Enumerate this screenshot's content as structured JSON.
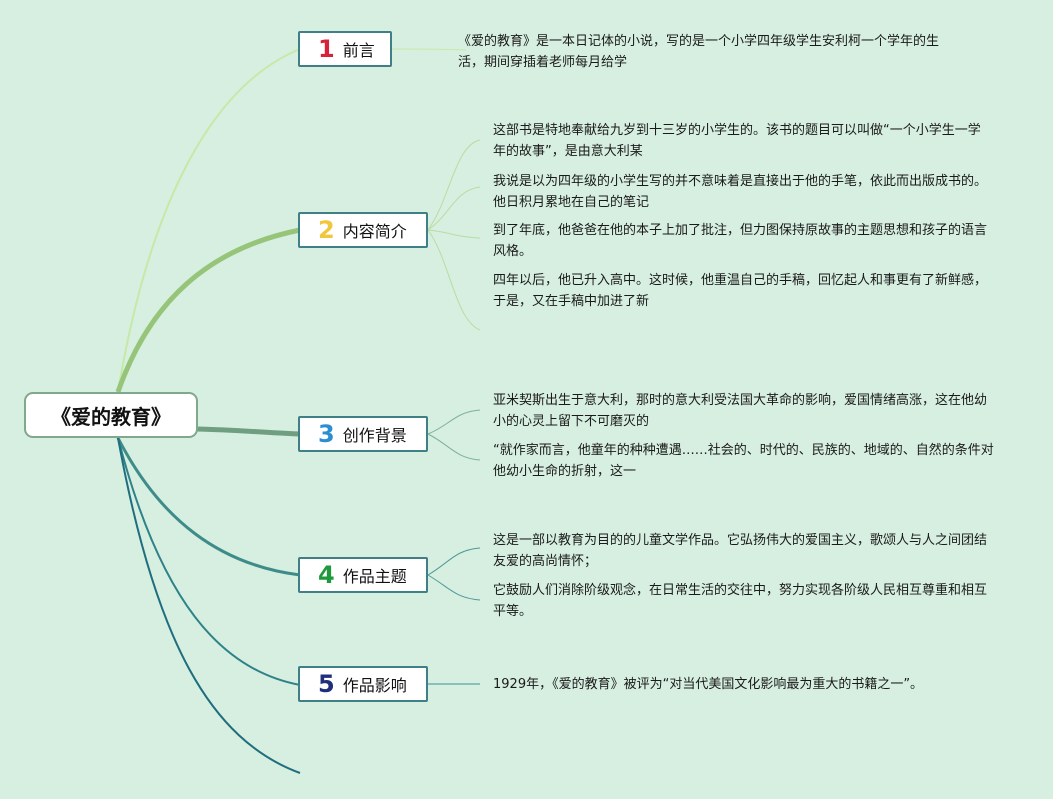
{
  "root": {
    "title": "《爱的教育》"
  },
  "branches": [
    {
      "number": "1",
      "label": "前言",
      "number_color": "#d8223a",
      "items": [
        "《爱的教育》是一本日记体的小说，写的是一个小学四年级学生安利柯一个学年的生活，期间穿插着老师每月给学"
      ]
    },
    {
      "number": "2",
      "label": "内容简介",
      "number_color": "#f2c63c",
      "items": [
        "这部书是特地奉献给九岁到十三岁的小学生的。该书的题目可以叫做“一个小学生一学年的故事”，是由意大利某",
        "我说是以为四年级的小学生写的并不意味着是直接出于他的手笔，依此而出版成书的。他日积月累地在自己的笔记",
        "到了年底，他爸爸在他的本子上加了批注，但力图保持原故事的主题思想和孩子的语言风格。",
        "四年以后，他已升入高中。这时候，他重温自己的手稿，回忆起人和事更有了新鲜感，于是，又在手稿中加进了新"
      ]
    },
    {
      "number": "3",
      "label": "创作背景",
      "number_color": "#2a8fd0",
      "items": [
        "亚米契斯出生于意大利，那时的意大利受法国大革命的影响，爱国情绪高涨，这在他幼小的心灵上留下不可磨灭的",
        "“就作家而言，他童年的种种遭遇……社会的、时代的、民族的、地域的、自然的条件对他幼小生命的折射，这一"
      ]
    },
    {
      "number": "4",
      "label": "作品主题",
      "number_color": "#1e9a3c",
      "items": [
        "这是一部以教育为目的的儿童文学作品。它弘扬伟大的爱国主义，歌颂人与人之间团结友爱的高尚情怀；",
        "它鼓励人们消除阶级观念，在日常生活的交往中，努力实现各阶级人民相互尊重和相互平等。"
      ]
    },
    {
      "number": "5",
      "label": "作品影响",
      "number_color": "#1f2f7a",
      "items": [
        "1929年，《爱的教育》被评为“对当代美国文化影响最为重大的书籍之一”。"
      ]
    }
  ],
  "colors": {
    "background": "#d6efe0",
    "root_border": "#7fa88c",
    "branch_border": "#3f7f86"
  }
}
